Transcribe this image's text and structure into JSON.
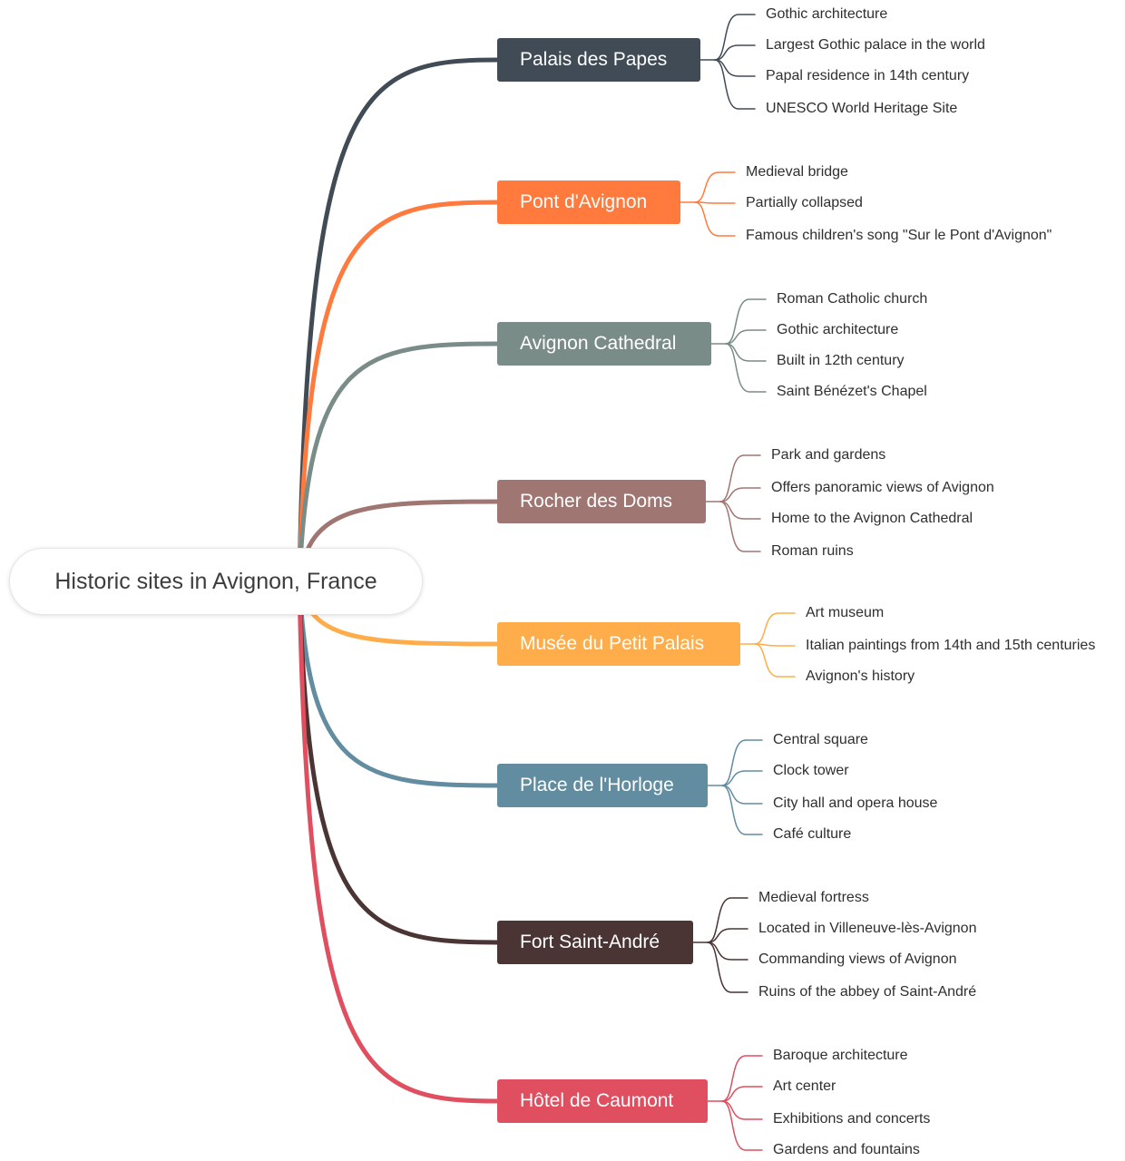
{
  "root": {
    "label": "Historic sites in Avignon, France"
  },
  "branches": [
    {
      "label": "Palais des Papes",
      "color": "#414b55",
      "items": [
        "Gothic architecture",
        "Largest Gothic palace in the world",
        "Papal residence in 14th century",
        "UNESCO World Heritage Site"
      ]
    },
    {
      "label": "Pont d'Avignon",
      "color": "#ff7a3c",
      "items": [
        "Medieval bridge",
        "Partially collapsed",
        "Famous children's song \"Sur le Pont d'Avignon\""
      ]
    },
    {
      "label": "Avignon Cathedral",
      "color": "#7a8c87",
      "items": [
        "Roman Catholic church",
        "Gothic architecture",
        "Built in 12th century",
        "Saint Bénézet's Chapel"
      ]
    },
    {
      "label": "Rocher des Doms",
      "color": "#a07673",
      "items": [
        "Park and gardens",
        "Offers panoramic views of Avignon",
        "Home to the Avignon Cathedral",
        "Roman ruins"
      ]
    },
    {
      "label": "Musée du Petit Palais",
      "color": "#ffad4a",
      "items": [
        "Art museum",
        "Italian paintings from 14th and 15th centuries",
        "Avignon's history"
      ]
    },
    {
      "label": "Place de l'Horloge",
      "color": "#628ca0",
      "items": [
        "Central square",
        "Clock tower",
        "City hall and opera house",
        "Café culture"
      ]
    },
    {
      "label": "Fort Saint-André",
      "color": "#4b3434",
      "items": [
        "Medieval fortress",
        "Located in Villeneuve-lès-Avignon",
        "Commanding views of Avignon",
        "Ruins of the abbey of Saint-André"
      ]
    },
    {
      "label": "Hôtel de Caumont",
      "color": "#e04f5f",
      "items": [
        "Baroque architecture",
        "Art center",
        "Exhibitions and concerts",
        "Gardens and fountains"
      ]
    }
  ]
}
